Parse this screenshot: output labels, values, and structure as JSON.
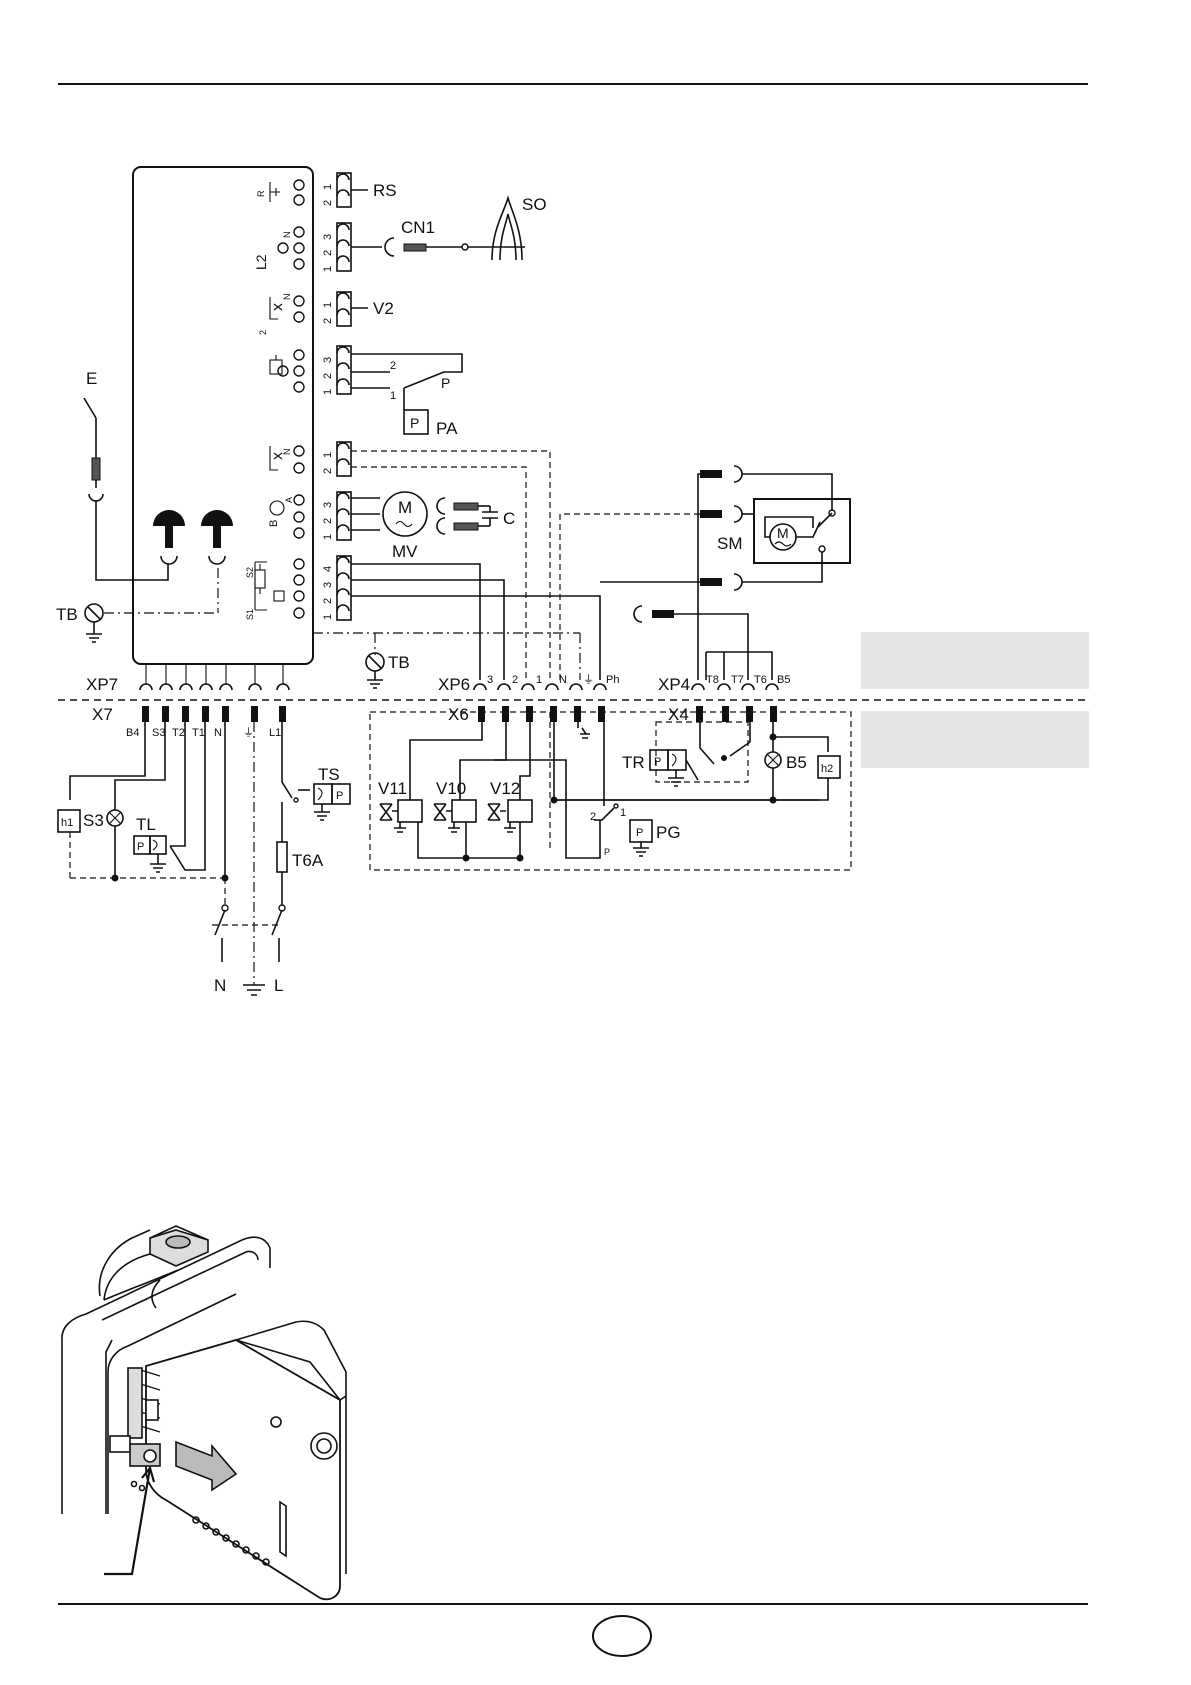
{
  "control_box_labels": {
    "rs_side": "R",
    "l2_side": "L2",
    "n": "N",
    "n_short": "N",
    "v2_side": "2",
    "mv_side": "B",
    "a": "A",
    "s2": "S2",
    "s1": "S1"
  },
  "component_labels": {
    "rs": "RS",
    "so": "SO",
    "cn1": "CN1",
    "v2": "V2",
    "pa": "PA",
    "p": "P",
    "mv": "MV",
    "c": "C",
    "sm": "SM",
    "e": "E",
    "tb": "TB",
    "tb2": "TB",
    "xp7": "XP7",
    "x7": "X7",
    "xp6": "XP6",
    "x6": "X6",
    "xp4": "XP4",
    "x4": "X4",
    "ts": "TS",
    "tl": "TL",
    "s3": "S3",
    "h1": "h1",
    "h2": "h2",
    "t6a": "T6A",
    "v11": "V11",
    "v10": "V10",
    "v12": "V12",
    "tr": "TR",
    "pg": "PG",
    "b5": "B5",
    "n_bottom": "N",
    "l_bottom": "L",
    "m": "M"
  },
  "pin_numbers": {
    "one": "1",
    "two": "2",
    "three": "3",
    "four": "4"
  },
  "x7_terminals": [
    "B4",
    "S3",
    "T2",
    "T1",
    "N",
    "⏚",
    "L1"
  ],
  "x6_terminals": [
    "3",
    "2",
    "1",
    "N",
    "⏚",
    "Ph"
  ],
  "x4_terminals": [
    "T8",
    "T7",
    "T6",
    "B5"
  ],
  "switch_marks": {
    "pa_upper": "2",
    "pa_lower": "1",
    "pg_left": "2",
    "pg_right": "1",
    "pg_p": "P"
  }
}
